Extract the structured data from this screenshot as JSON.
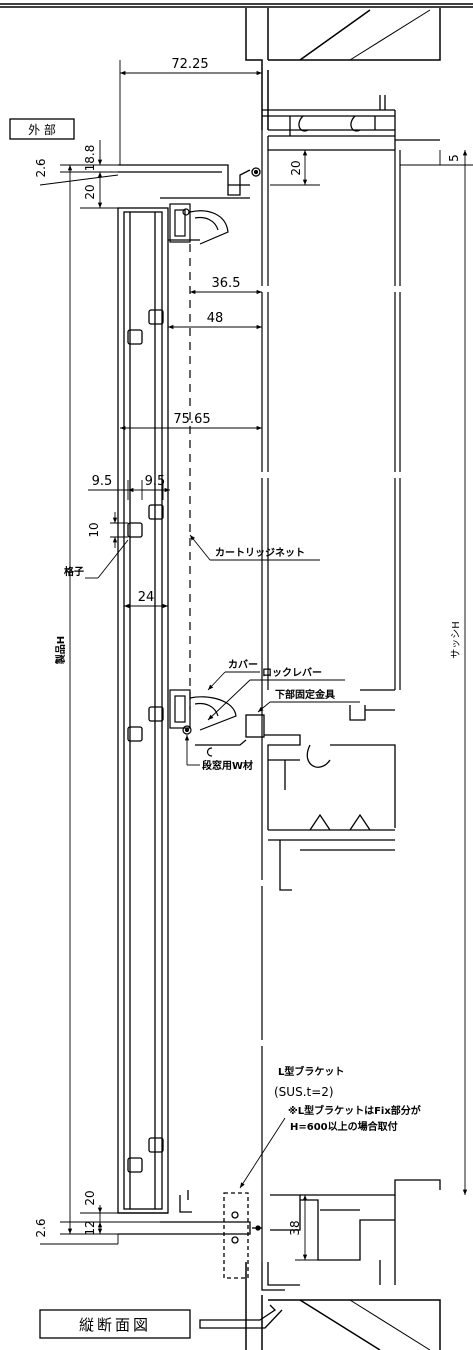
{
  "labels": {
    "exterior": "外 部",
    "title": "縦断面図",
    "product_h": "製品H",
    "sash_h": "サッシH",
    "lattice": "格子",
    "cartridge_net": "カートリッジネット",
    "cover": "カバー",
    "lock_lever": "ロックレバー",
    "lower_fixture": "下部固定金具",
    "step_window_w": "段窓用W材",
    "l_bracket": "L型ブラケット",
    "l_bracket_spec": "(SUS.t=2)",
    "l_bracket_note1": "※L型ブラケットはFix部分が",
    "l_bracket_note2": "H=600以上の場合取付"
  },
  "dimensions": {
    "d1": "72.25",
    "d2": "2.6",
    "d3": "18.8",
    "d4": "20",
    "d5": "20",
    "d6": "5",
    "d7": "36.5",
    "d8": "48",
    "d9": "75.65",
    "d10": "9.5",
    "d11": "9.5",
    "d12": "10",
    "d13": "24",
    "d14": "20",
    "d15": "12",
    "d16": "2.6",
    "d17": "38"
  }
}
